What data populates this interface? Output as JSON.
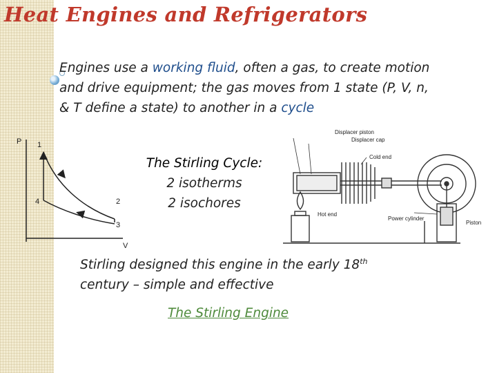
{
  "slide": {
    "title": "Heat Engines and Refrigerators",
    "intro": {
      "part1": "Engines use a ",
      "highlight1": "working fluid",
      "part2": ", often a gas, to create motion and drive equipment; the gas moves from 1 state (P, V, n, & T define a state) to another in a ",
      "highlight2": "cycle"
    },
    "stirling_cycle": {
      "heading": "The Stirling Cycle:",
      "line1": "2 isotherms",
      "line2": "2 isochores"
    },
    "designed": {
      "before": "Stirling designed this engine in the early 18",
      "sup": "th",
      "after": " century – simple and effective"
    },
    "link_text": "The Stirling Engine"
  },
  "pv_diagram": {
    "y_axis": "P",
    "x_axis": "V",
    "points": [
      "1",
      "2",
      "3",
      "4"
    ]
  },
  "engine_labels": {
    "displacer_piston": "Displacer piston",
    "displacer_cap": "Displacer cap",
    "cold_end": "Cold end",
    "hot_end": "Hot end",
    "power_cylinder": "Power cylinder",
    "piston": "Piston"
  },
  "colors": {
    "title": "#c0392b",
    "highlight": "#1f4e8c",
    "link": "#4e8a3b"
  }
}
